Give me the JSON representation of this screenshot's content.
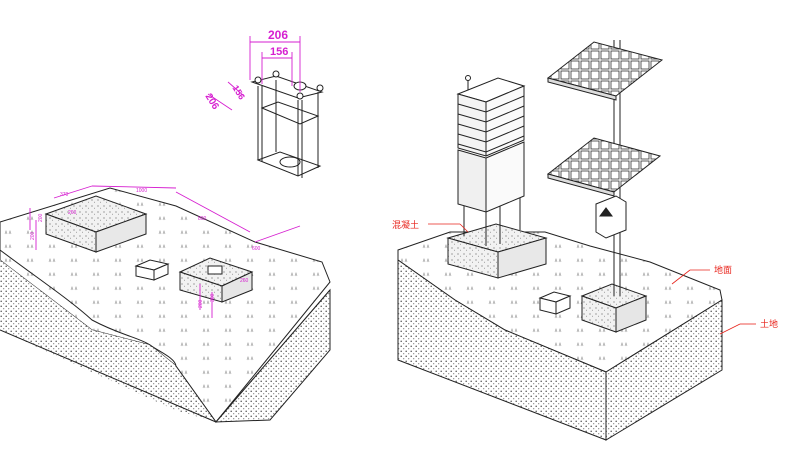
{
  "anchor_detail": {
    "dimensions": {
      "outer_width": "206",
      "inner_width": "156",
      "inner_depth": "156",
      "outer_depth": "206"
    }
  },
  "left_diagram": {
    "dimensions": {
      "top_a": "370",
      "top_b": "1000",
      "side_a": "800",
      "side_b": "600",
      "block_width": "260",
      "block_height": "200",
      "block_depth": "200",
      "pole_block_depth": "200",
      "pole_block_height": "300",
      "pole_block_width": "260"
    }
  },
  "right_diagram": {
    "labels": {
      "concrete": "混凝土",
      "ground_surface": "地面",
      "soil": "土地"
    }
  },
  "colors": {
    "dimension": "#d61fd0",
    "label": "#e8251d",
    "line": "#222222"
  }
}
